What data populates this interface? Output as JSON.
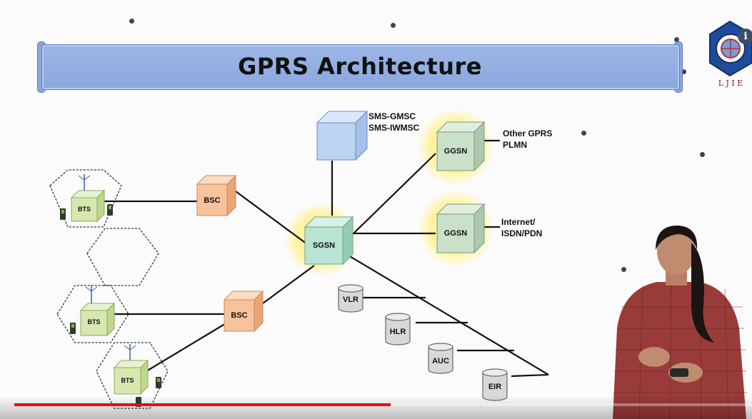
{
  "slide": {
    "title": "GPRS Architecture",
    "logo_letters": "L J I E"
  },
  "diagram": {
    "nodes": {
      "sms_gmsc": "SMS-GMSC",
      "sms_iwmsc": "SMS-IWMSC",
      "ggsn_top": "GGSN",
      "ggsn_bottom": "GGSN",
      "other_gprs": "Other GPRS",
      "plmn": "PLMN",
      "internet": "Internet/",
      "isdn": "ISDN/PDN",
      "sgsn": "SGSN",
      "bsc_top": "BSC",
      "bsc_bottom": "BSC",
      "bts_1": "BTS",
      "bts_2": "BTS",
      "bts_3": "BTS",
      "vlr": "VLR",
      "hlr": "HLR",
      "auc": "AUC",
      "eir": "EIR"
    }
  },
  "player": {
    "info_icon": "i",
    "progress_fraction": 0.51
  },
  "colors": {
    "banner": "#8aa7dd",
    "bsc": "#f6c39b",
    "sgsn": "#b9e3d3",
    "ggsn": "#c9e0c9",
    "sms": "#bcd3f2",
    "bts": "#d6e8b0",
    "halo": "#fff3a6",
    "progress": "#e01010"
  }
}
